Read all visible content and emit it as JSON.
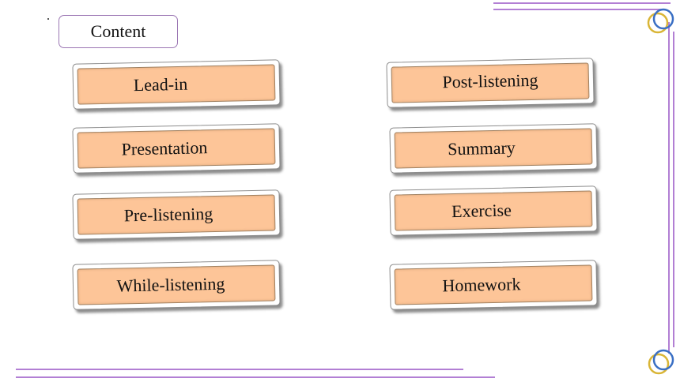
{
  "header": {
    "title": "Content"
  },
  "left_items": [
    {
      "label": "Lead-in"
    },
    {
      "label": "Presentation"
    },
    {
      "label": "Pre-listening"
    },
    {
      "label": "While-listening"
    }
  ],
  "right_items": [
    {
      "label": "Post-listening"
    },
    {
      "label": "Summary"
    },
    {
      "label": "Exercise"
    },
    {
      "label": "Homework"
    }
  ],
  "colors": {
    "card_fill": "#fdc598",
    "frame_line": "#b27fd4",
    "ring_blue": "#3a6fc4",
    "ring_gold": "#d9b536"
  }
}
